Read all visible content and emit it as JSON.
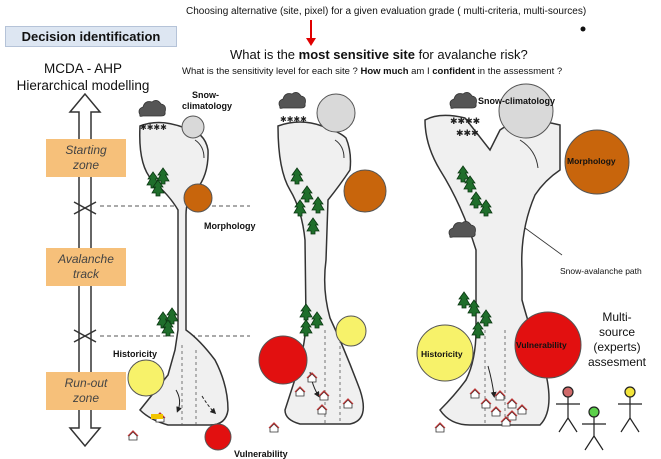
{
  "header": {
    "top_caption": "Choosing  alternative (site, pixel) for a given evaluation grade ( multi-criteria, multi-sources)",
    "decision_box": "Decision identification",
    "question_pre": "What is the ",
    "question_bold": "most sensitive site",
    "question_post": " for avalanche risk?",
    "sub_q1": "What is the sensitivity level for each site ? ",
    "sub_q2_bold": "How much",
    "sub_q3": " am I ",
    "sub_q4_bold": "confident",
    "sub_q5": " in the assessment ?"
  },
  "left": {
    "line1": "MCDA - AHP",
    "line2": "Hierarchical modelling",
    "zones": [
      {
        "l1": "Starting",
        "l2": "zone"
      },
      {
        "l1": "Avalanche",
        "l2": "track"
      },
      {
        "l1": "Run-out",
        "l2": "zone"
      }
    ]
  },
  "labels": {
    "snow1": "Snow-",
    "snow2": "climatology",
    "morphology": "Morphology",
    "historicity": "Historicity",
    "vulnerability": "Vulnerability",
    "snow_clim3": "Snow-climatology",
    "morph3": "Morphology",
    "hist3": "Historicity",
    "vuln3": "Vulnerability",
    "path": "Snow-avalanche path"
  },
  "multi": {
    "l1": "Multi-",
    "l2": "source",
    "l3": "(experts)",
    "l4": "assesment"
  },
  "colors": {
    "snow": "#d9d9d9",
    "morphology": "#c8650c",
    "historicity": "#f7f26a",
    "vulnerability": "#e21010",
    "zone": "#f6c07a",
    "arrow": "#e00000"
  }
}
